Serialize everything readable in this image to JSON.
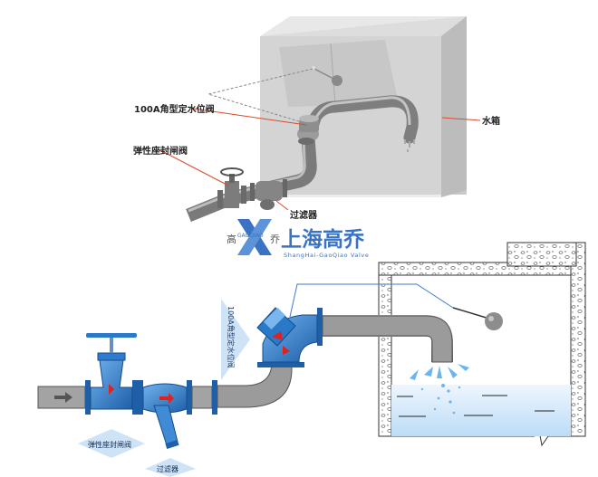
{
  "labels": {
    "valve_100a": "100A角型定水位阀",
    "water_tank": "水箱",
    "resilient_gate_valve": "弹性座封闸阀",
    "strainer": "过滤器"
  },
  "logo": {
    "cn_name": "上海高乔",
    "subtitle": "ShangHai-GaoQiao Valve",
    "side_left": "高",
    "side_mid": "GAOQIAO",
    "side_right": "乔"
  },
  "colors": {
    "pipe_grey": "#9a9a9a",
    "valve_blue": "#2a78c8",
    "water_blue": "#cfe6fb",
    "tank_grey": "#d4d4d4",
    "logo_blue": "#3b73c4"
  }
}
